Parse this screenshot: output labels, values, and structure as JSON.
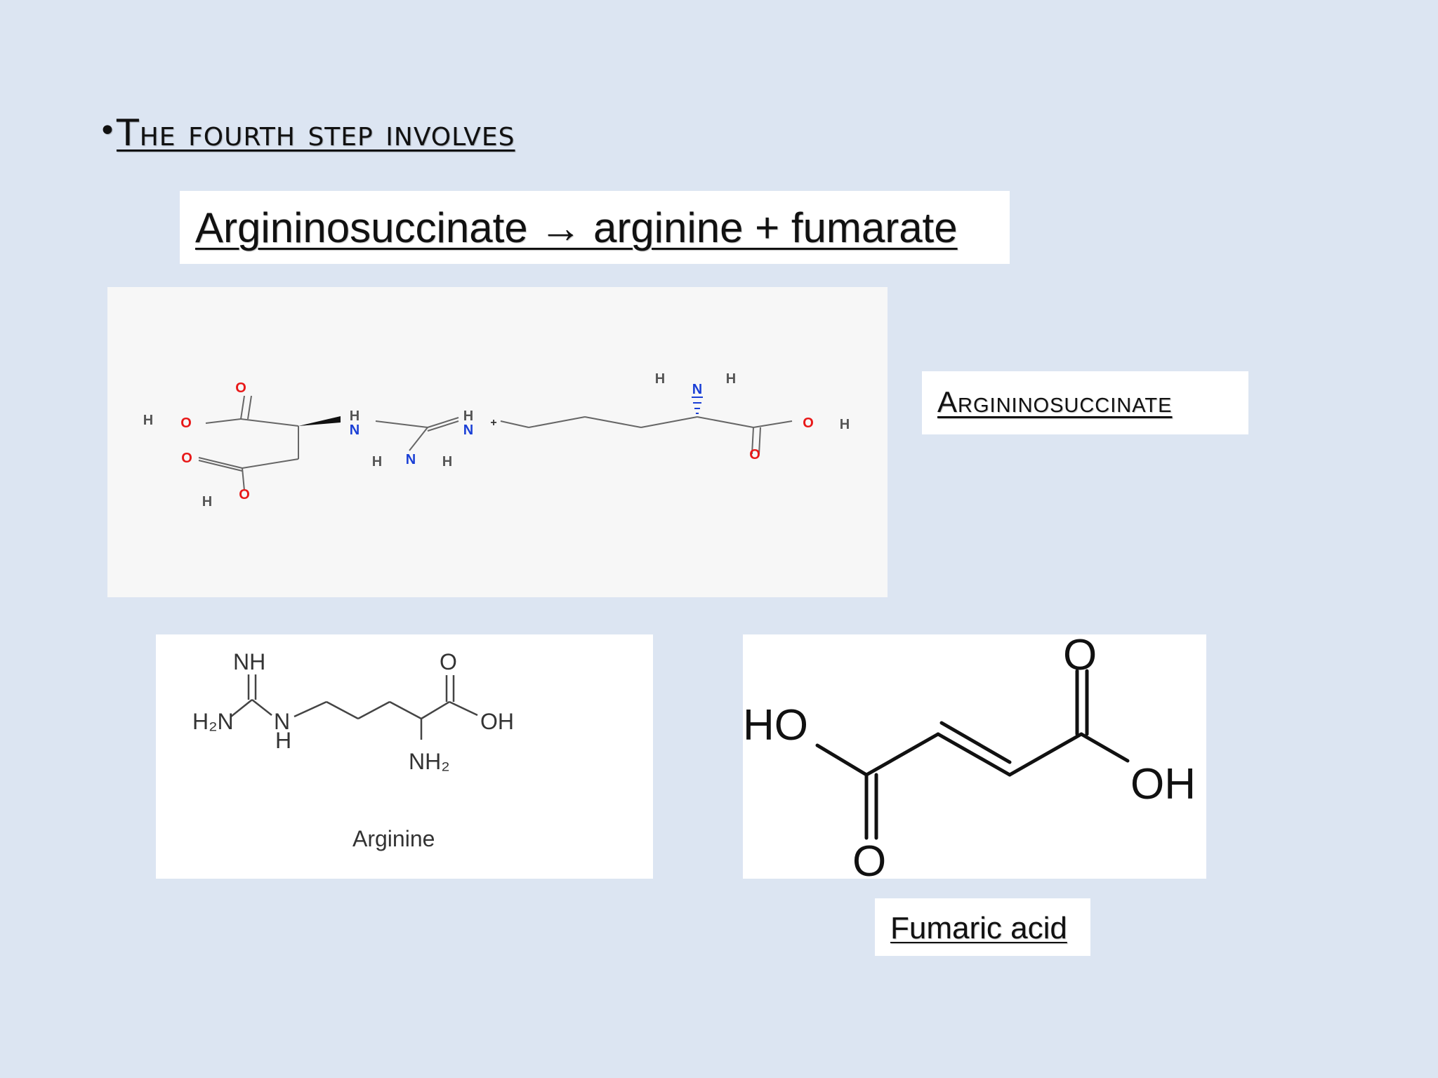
{
  "slide": {
    "bullet_symbol": "•",
    "heading": "The fourth step involves",
    "reaction": "Argininosuccinate → arginine + fumarate",
    "argininosuccinate_label": "Argininosuccinate",
    "fumaric_label": "Fumaric acid"
  },
  "argininosuccinate_structure": {
    "atoms": {
      "h_left_acid": "H",
      "o_left_acid": "O",
      "o_top_carbonyl": "O",
      "o_lower_carbonyl": "O",
      "o_lower_acid": "O",
      "h_lower_acid": "H",
      "n_1": "N",
      "h_n1": "H",
      "n_2": "N",
      "h_n2": "H",
      "charge": "+",
      "n_3": "N",
      "h_n3_left": "H",
      "h_n3_right": "H",
      "n_amino": "N",
      "h_amino_left": "H",
      "h_amino_right": "H",
      "o_right_acid": "O",
      "h_right_acid": "H",
      "o_right_carbonyl": "O"
    },
    "colors": {
      "oxygen": "#e81818",
      "nitrogen": "#1a3fd6",
      "hydrogen": "#555555",
      "bond": "#666666"
    }
  },
  "arginine_structure": {
    "nh": "NH",
    "h2n": "H₂N",
    "n": "N",
    "h": "H",
    "o": "O",
    "oh": "OH",
    "nh2": "NH₂",
    "caption": "Arginine"
  },
  "fumaric_structure": {
    "ho": "HO",
    "o_top": "O",
    "oh": "OH",
    "o_bottom": "O"
  }
}
